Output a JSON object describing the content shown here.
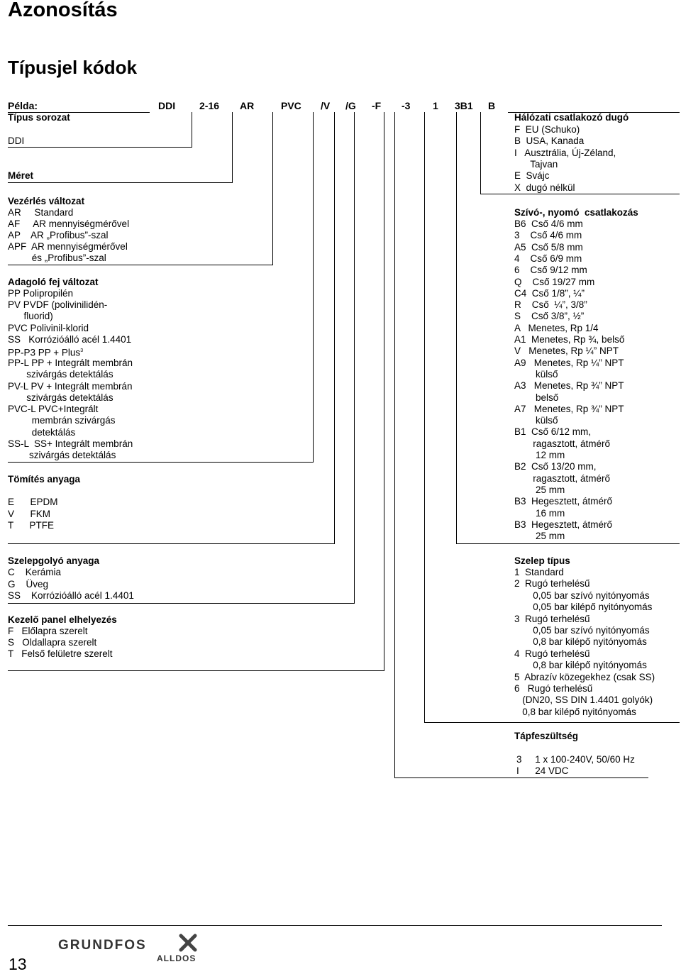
{
  "heading": "Azonosítás",
  "subheading": "Típusjel kódok",
  "example_label": "Példa:",
  "codes": [
    "DDI",
    "2-16",
    "AR",
    "PVC",
    "/V",
    "/G",
    "-F",
    "-3",
    "1",
    "3B1",
    "B"
  ],
  "left": {
    "series_title": "Típus sorozat",
    "series_value": "DDI",
    "size_title": "Méret",
    "control_title": "Vezérlés változat",
    "control_items": [
      "AR     Standard",
      "AF     AR mennyiségmérővel",
      "AP    AR „Profibus”-szal",
      "APF  AR mennyiségmérővel",
      "         és „Profibus”-szal"
    ],
    "head_title": "Adagoló fej változat",
    "head_items": [
      "PP Polipropilén",
      "PV PVDF (polivinilidén-",
      "      fluorid)",
      "PVC Polivinil-klorid",
      "SS   Korrózióálló acél 1.4401"
    ],
    "head_pp3": "PP-P3 PP + Plus",
    "head_pp3_sup": "3",
    "head_items2": [
      "PP-L PP + Integrált membrán",
      "       szivárgás detektálás",
      "PV-L PV + Integrált membrán",
      "       szivárgás detektálás",
      "PVC-L PVC+Integrált",
      "         membrán szivárgás",
      "         detektálás",
      "SS-L  SS+ Integrált membrán",
      "        szivárgás detektálás"
    ],
    "seal_title": "Tömítés anyaga",
    "seal_items": [
      "E      EPDM",
      "V      FKM",
      "T      PTFE"
    ],
    "ball_title": "Szelepgolyó anyaga",
    "ball_items": [
      "C    Kerámia",
      "G    Üveg",
      "SS    Korrózióálló acél 1.4401"
    ],
    "panel_title": "Kezelő panel elhelyezés",
    "panel_items": [
      "F   Előlapra szerelt",
      "S   Oldallapra szerelt",
      "T   Felső felületre szerelt"
    ]
  },
  "right": {
    "plug_title": "Hálózati csatlakozó dugó",
    "plug_items": [
      "F  EU (Schuko)",
      "B  USA, Kanada",
      "I   Ausztrália, Új-Zéland,",
      "      Tajvan",
      "E  Svájc",
      "X  dugó nélkül"
    ],
    "conn_title": "Szívó-, nyomó  csatlakozás",
    "conn_items": [
      "B6  Cső 4/6 mm",
      "3    Cső 4/6 mm",
      "A5  Cső 5/8 mm",
      "4    Cső 6/9 mm",
      "6    Cső 9/12 mm",
      "Q    Cső 19/27 mm",
      "C4  Cső 1/8”, ¼”",
      "R    Cső  ¼”, 3/8”",
      "S    Cső 3/8”, ½”",
      "A   Menetes, Rp 1/4",
      "A1  Menetes, Rp ¾, belső",
      "V   Menetes, Rp ¼” NPT",
      "A9   Menetes, Rp ¼” NPT",
      "        külső",
      "A3   Menetes, Rp ¾” NPT",
      "        belső",
      "A7   Menetes, Rp ¾” NPT",
      "        külső",
      "B1  Cső 6/12 mm,",
      "       ragasztott, átmérő",
      "        12 mm",
      "B2  Cső 13/20 mm,",
      "       ragasztott, átmérő",
      "        25 mm",
      "B3  Hegesztett, átmérő",
      "        16 mm",
      "B3  Hegesztett, átmérő",
      "        25 mm"
    ],
    "valve_title": "Szelep típus",
    "valve_items": [
      "1  Standard",
      "2  Rugó terhelésű",
      "       0,05 bar szívó nyitónyomás",
      "       0,05 bar kilépő nyitónyomás",
      "3  Rugó terhelésű",
      "       0,05 bar szívó nyitónyomás",
      "       0,8 bar kilépő nyitónyomás",
      "4  Rugó terhelésű",
      "       0,8 bar kilépő nyitónyomás",
      "5  Abrazív közegekhez (csak SS)",
      "6   Rugó terhelésű",
      "   (DN20, SS DIN 1.4401 golyók)",
      "   0,8 bar kilépő nyitónyomás"
    ],
    "voltage_title": "Tápfeszültség",
    "voltage_items": [
      "3     1 x 100-240V, 50/60 Hz",
      "I      24 VDC"
    ]
  },
  "footer": {
    "page_number": "13",
    "brand": "GRUNDFOS",
    "sub_brand": "ALLDOS"
  }
}
